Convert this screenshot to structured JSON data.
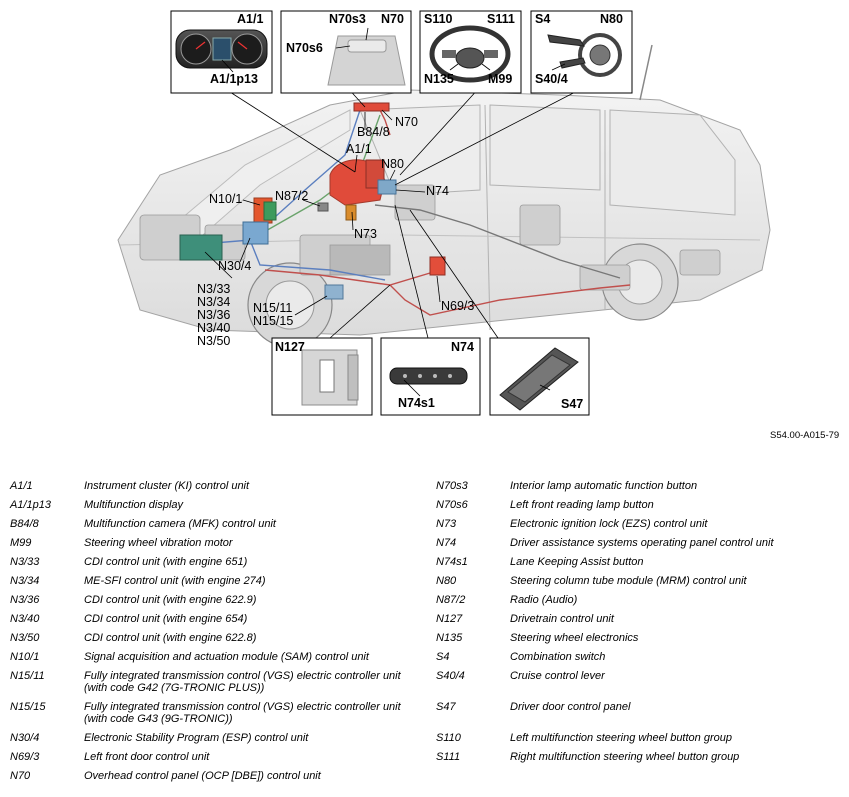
{
  "figure": {
    "code": "S54.00-A015-79",
    "callouts": {
      "a1_1_top": "A1/1",
      "a1_1p13": "A1/1p13",
      "n70s3": "N70s3",
      "n70_top": "N70",
      "n70s6": "N70s6",
      "s110": "S110",
      "s111": "S111",
      "n135": "N135",
      "m99": "M99",
      "s4": "S4",
      "n80_top": "N80",
      "s40_4": "S40/4",
      "n70": "N70",
      "b84_8": "B84/8",
      "a1_1": "A1/1",
      "n80": "N80",
      "n74": "N74",
      "n10_1": "N10/1",
      "n87_2": "N87/2",
      "n73": "N73",
      "n30_4": "N30/4",
      "n3_stack": "N3/33\nN3/34\nN3/36\nN3/40\nN3/50",
      "n15_stack": "N15/11\nN15/15",
      "n69_3": "N69/3",
      "n127": "N127",
      "n74_box": "N74",
      "n74s1": "N74s1",
      "s47": "S47"
    }
  },
  "legend": {
    "left": [
      {
        "code": "A1/1",
        "desc": "Instrument cluster (KI) control unit"
      },
      {
        "code": "A1/1p13",
        "desc": "Multifunction display"
      },
      {
        "code": "B84/8",
        "desc": "Multifunction camera (MFK) control unit"
      },
      {
        "code": "M99",
        "desc": "Steering wheel vibration motor"
      },
      {
        "code": "N3/33",
        "desc": "CDI control unit (with engine 651)"
      },
      {
        "code": "N3/34",
        "desc": "ME-SFI control unit (with engine 274)"
      },
      {
        "code": "N3/36",
        "desc": "CDI control unit (with engine 622.9)"
      },
      {
        "code": "N3/40",
        "desc": "CDI control unit (with engine 654)"
      },
      {
        "code": "N3/50",
        "desc": "CDI control unit (with engine 622.8)"
      },
      {
        "code": "N10/1",
        "desc": "Signal acquisition and actuation module (SAM) control unit"
      },
      {
        "code": "N15/11",
        "desc": "Fully integrated transmission control (VGS) electric controller unit (with code G42 (7G-TRONIC PLUS))"
      },
      {
        "code": "N15/15",
        "desc": "Fully integrated transmission control (VGS) electric controller unit (with code G43 (9G-TRONIC))"
      },
      {
        "code": "N30/4",
        "desc": "Electronic Stability Program (ESP) control unit"
      },
      {
        "code": "N69/3",
        "desc": "Left front door control unit"
      },
      {
        "code": "N70",
        "desc": "Overhead control panel (OCP [DBE]) control unit"
      }
    ],
    "right": [
      {
        "code": "N70s3",
        "desc": "Interior lamp automatic function button"
      },
      {
        "code": "N70s6",
        "desc": "Left front reading lamp button"
      },
      {
        "code": "N73",
        "desc": "Electronic ignition lock (EZS) control unit"
      },
      {
        "code": "N74",
        "desc": "Driver assistance systems operating panel control unit"
      },
      {
        "code": "N74s1",
        "desc": "Lane Keeping Assist button"
      },
      {
        "code": "N80",
        "desc": "Steering column tube module (MRM) control unit"
      },
      {
        "code": "N87/2",
        "desc": "Radio (Audio)"
      },
      {
        "code": "N127",
        "desc": "Drivetrain control unit"
      },
      {
        "code": "N135",
        "desc": "Steering wheel electronics"
      },
      {
        "code": "S4",
        "desc": "Combination switch"
      },
      {
        "code": "S40/4",
        "desc": "Cruise control lever"
      },
      {
        "code": "S47",
        "desc": "Driver door control panel"
      },
      {
        "code": "S110",
        "desc": "Left multifunction steering wheel button group"
      },
      {
        "code": "S111",
        "desc": "Right multifunction steering wheel button group"
      }
    ]
  }
}
